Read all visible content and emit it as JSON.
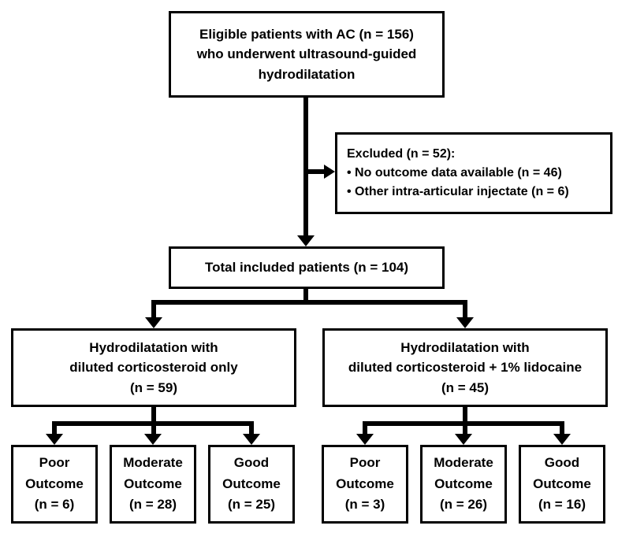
{
  "diagram": {
    "type": "flowchart",
    "colors": {
      "line": "#000000",
      "text": "#000000",
      "background": "#ffffff",
      "box_fill": "#ffffff"
    },
    "nodes": {
      "eligible": {
        "text": "Eligible patients with AC (n = 156)\nwho underwent ultrasound-guided\nhydrodilatation"
      },
      "excluded": {
        "title": "Excluded (n = 52):",
        "items": [
          "• No outcome data available (n = 46)",
          "• Other intra-articular injectate (n = 6)"
        ]
      },
      "total": {
        "text": "Total included patients (n = 104)"
      },
      "group_left": {
        "text": "Hydrodilatation with\ndiluted corticosteroid only\n(n = 59)"
      },
      "group_right": {
        "text": "Hydrodilatation with\ndiluted corticosteroid + 1% lidocaine\n(n = 45)"
      },
      "outcomes_left": [
        {
          "text": "Poor\nOutcome\n(n = 6)"
        },
        {
          "text": "Moderate\nOutcome\n(n = 28)"
        },
        {
          "text": "Good\nOutcome\n(n = 25)"
        }
      ],
      "outcomes_right": [
        {
          "text": "Poor\nOutcome\n(n = 3)"
        },
        {
          "text": "Moderate\nOutcome\n(n = 26)"
        },
        {
          "text": "Good\nOutcome\n(n = 16)"
        }
      ]
    }
  }
}
